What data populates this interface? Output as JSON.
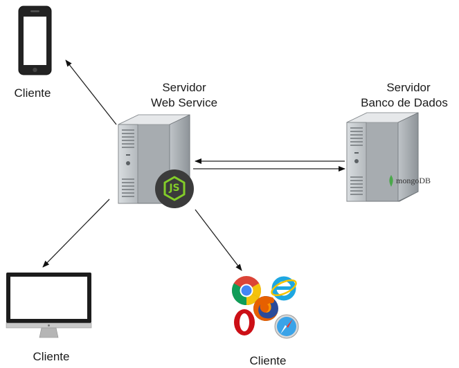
{
  "diagram": {
    "nodes": {
      "client_phone": {
        "label": "Cliente"
      },
      "client_monitor": {
        "label": "Cliente"
      },
      "client_browsers": {
        "label": "Cliente"
      },
      "web_server": {
        "title": "Servidor",
        "subtitle": "Web Service",
        "badge_text": "JS"
      },
      "db_server": {
        "title": "Servidor",
        "subtitle": "Banco de Dados",
        "badge_text": "mongoDB"
      }
    },
    "colors": {
      "node_green": "#83cd29",
      "node_dark": "#3b3b3b",
      "mongo_green": "#4aa84a",
      "chrome_red": "#db4437",
      "chrome_yellow": "#f4c20d",
      "chrome_green": "#0f9d58",
      "chrome_blue": "#4285f4",
      "opera_red": "#cc0f16",
      "firefox_orange": "#e66000",
      "ie_blue": "#1ea7e1"
    },
    "icons": [
      "smartphone-icon",
      "monitor-icon",
      "server-icon",
      "nodejs-icon",
      "mongodb-icon",
      "chrome-icon",
      "ie-icon",
      "firefox-icon",
      "opera-icon",
      "safari-icon"
    ]
  }
}
